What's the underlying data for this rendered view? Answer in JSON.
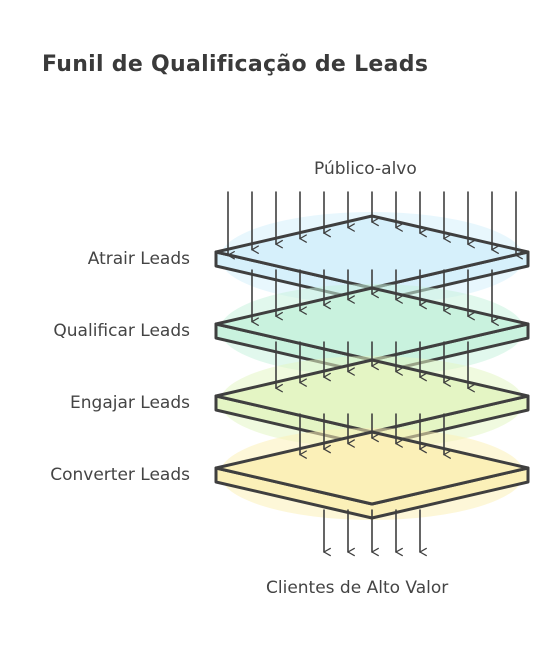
{
  "title": "Funil de Qualificação de Leads",
  "input_label": "Público-alvo",
  "output_label": "Clientes de Alto Valor",
  "stages": [
    {
      "label": "Atrair Leads",
      "color": "#d6f0fb",
      "inflow_arrows": 13
    },
    {
      "label": "Qualificar Leads",
      "color": "#c9f2de",
      "inflow_arrows": 11
    },
    {
      "label": "Engajar Leads",
      "color": "#e4f5c4",
      "inflow_arrows": 9
    },
    {
      "label": "Converter Leads",
      "color": "#fbf0b8",
      "inflow_arrows": 7
    }
  ],
  "output_arrows": 5,
  "colors": {
    "stroke": "#3f3f3f",
    "text": "#444444"
  }
}
